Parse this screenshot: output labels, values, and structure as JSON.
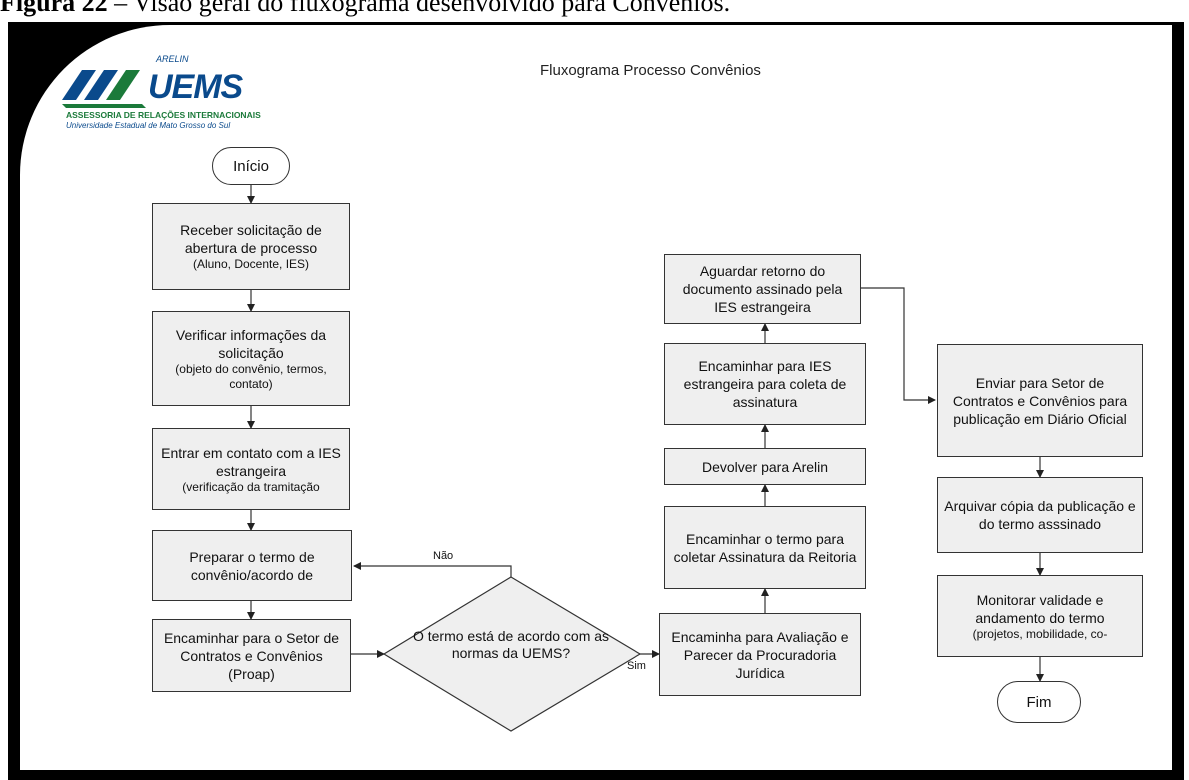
{
  "caption": {
    "figure": "Figura 22",
    "text": "– Visão geral do fluxograma desenvolvido para Convênios."
  },
  "logo": {
    "small": "ARELIN",
    "main": "UEMS",
    "line1": "ASSESSORIA DE RELAÇÕES INTERNACIONAIS",
    "line2": "Universidade Estadual de Mato Grosso do Sul"
  },
  "title": "Fluxograma Processo Convênios",
  "nodes": {
    "inicio": "Início",
    "receber": {
      "main": "Receber solicitação de abertura de processo",
      "sub": "(Aluno, Docente, IES)"
    },
    "verificar": {
      "main": "Verificar informações da solicitação",
      "sub": "(objeto do convênio, termos, contato)"
    },
    "entrar": {
      "main": "Entrar em contato com a IES estrangeira",
      "sub": "(verificação da tramitação"
    },
    "preparar": "Preparar o termo de convênio/acordo de",
    "encaminhar_setor": "Encaminhar para o Setor de Contratos e Convênios (Proap)",
    "decisao": "O termo está de acordo com as normas da UEMS?",
    "encaminha_avaliacao": "Encaminha para Avaliação e Parecer da Procuradoria Jurídica",
    "encaminhar_assinatura": "Encaminhar o termo para coletar Assinatura da Reitoria",
    "devolver": "Devolver para Arelin",
    "encaminhar_ies": "Encaminhar para IES estrangeira para coleta de assinatura",
    "aguardar": "Aguardar retorno do documento assinado pela IES estrangeira",
    "enviar": "Enviar para Setor de Contratos e Convênios para publicação em Diário Oficial",
    "arquivar": "Arquivar cópia da publicação e do termo asssinado",
    "monitorar": {
      "main": "Monitorar validade e andamento do termo",
      "sub": "(projetos, mobilidade, co-"
    },
    "fim": "Fim"
  },
  "edges": {
    "nao": "Não",
    "sim": "Sim"
  }
}
